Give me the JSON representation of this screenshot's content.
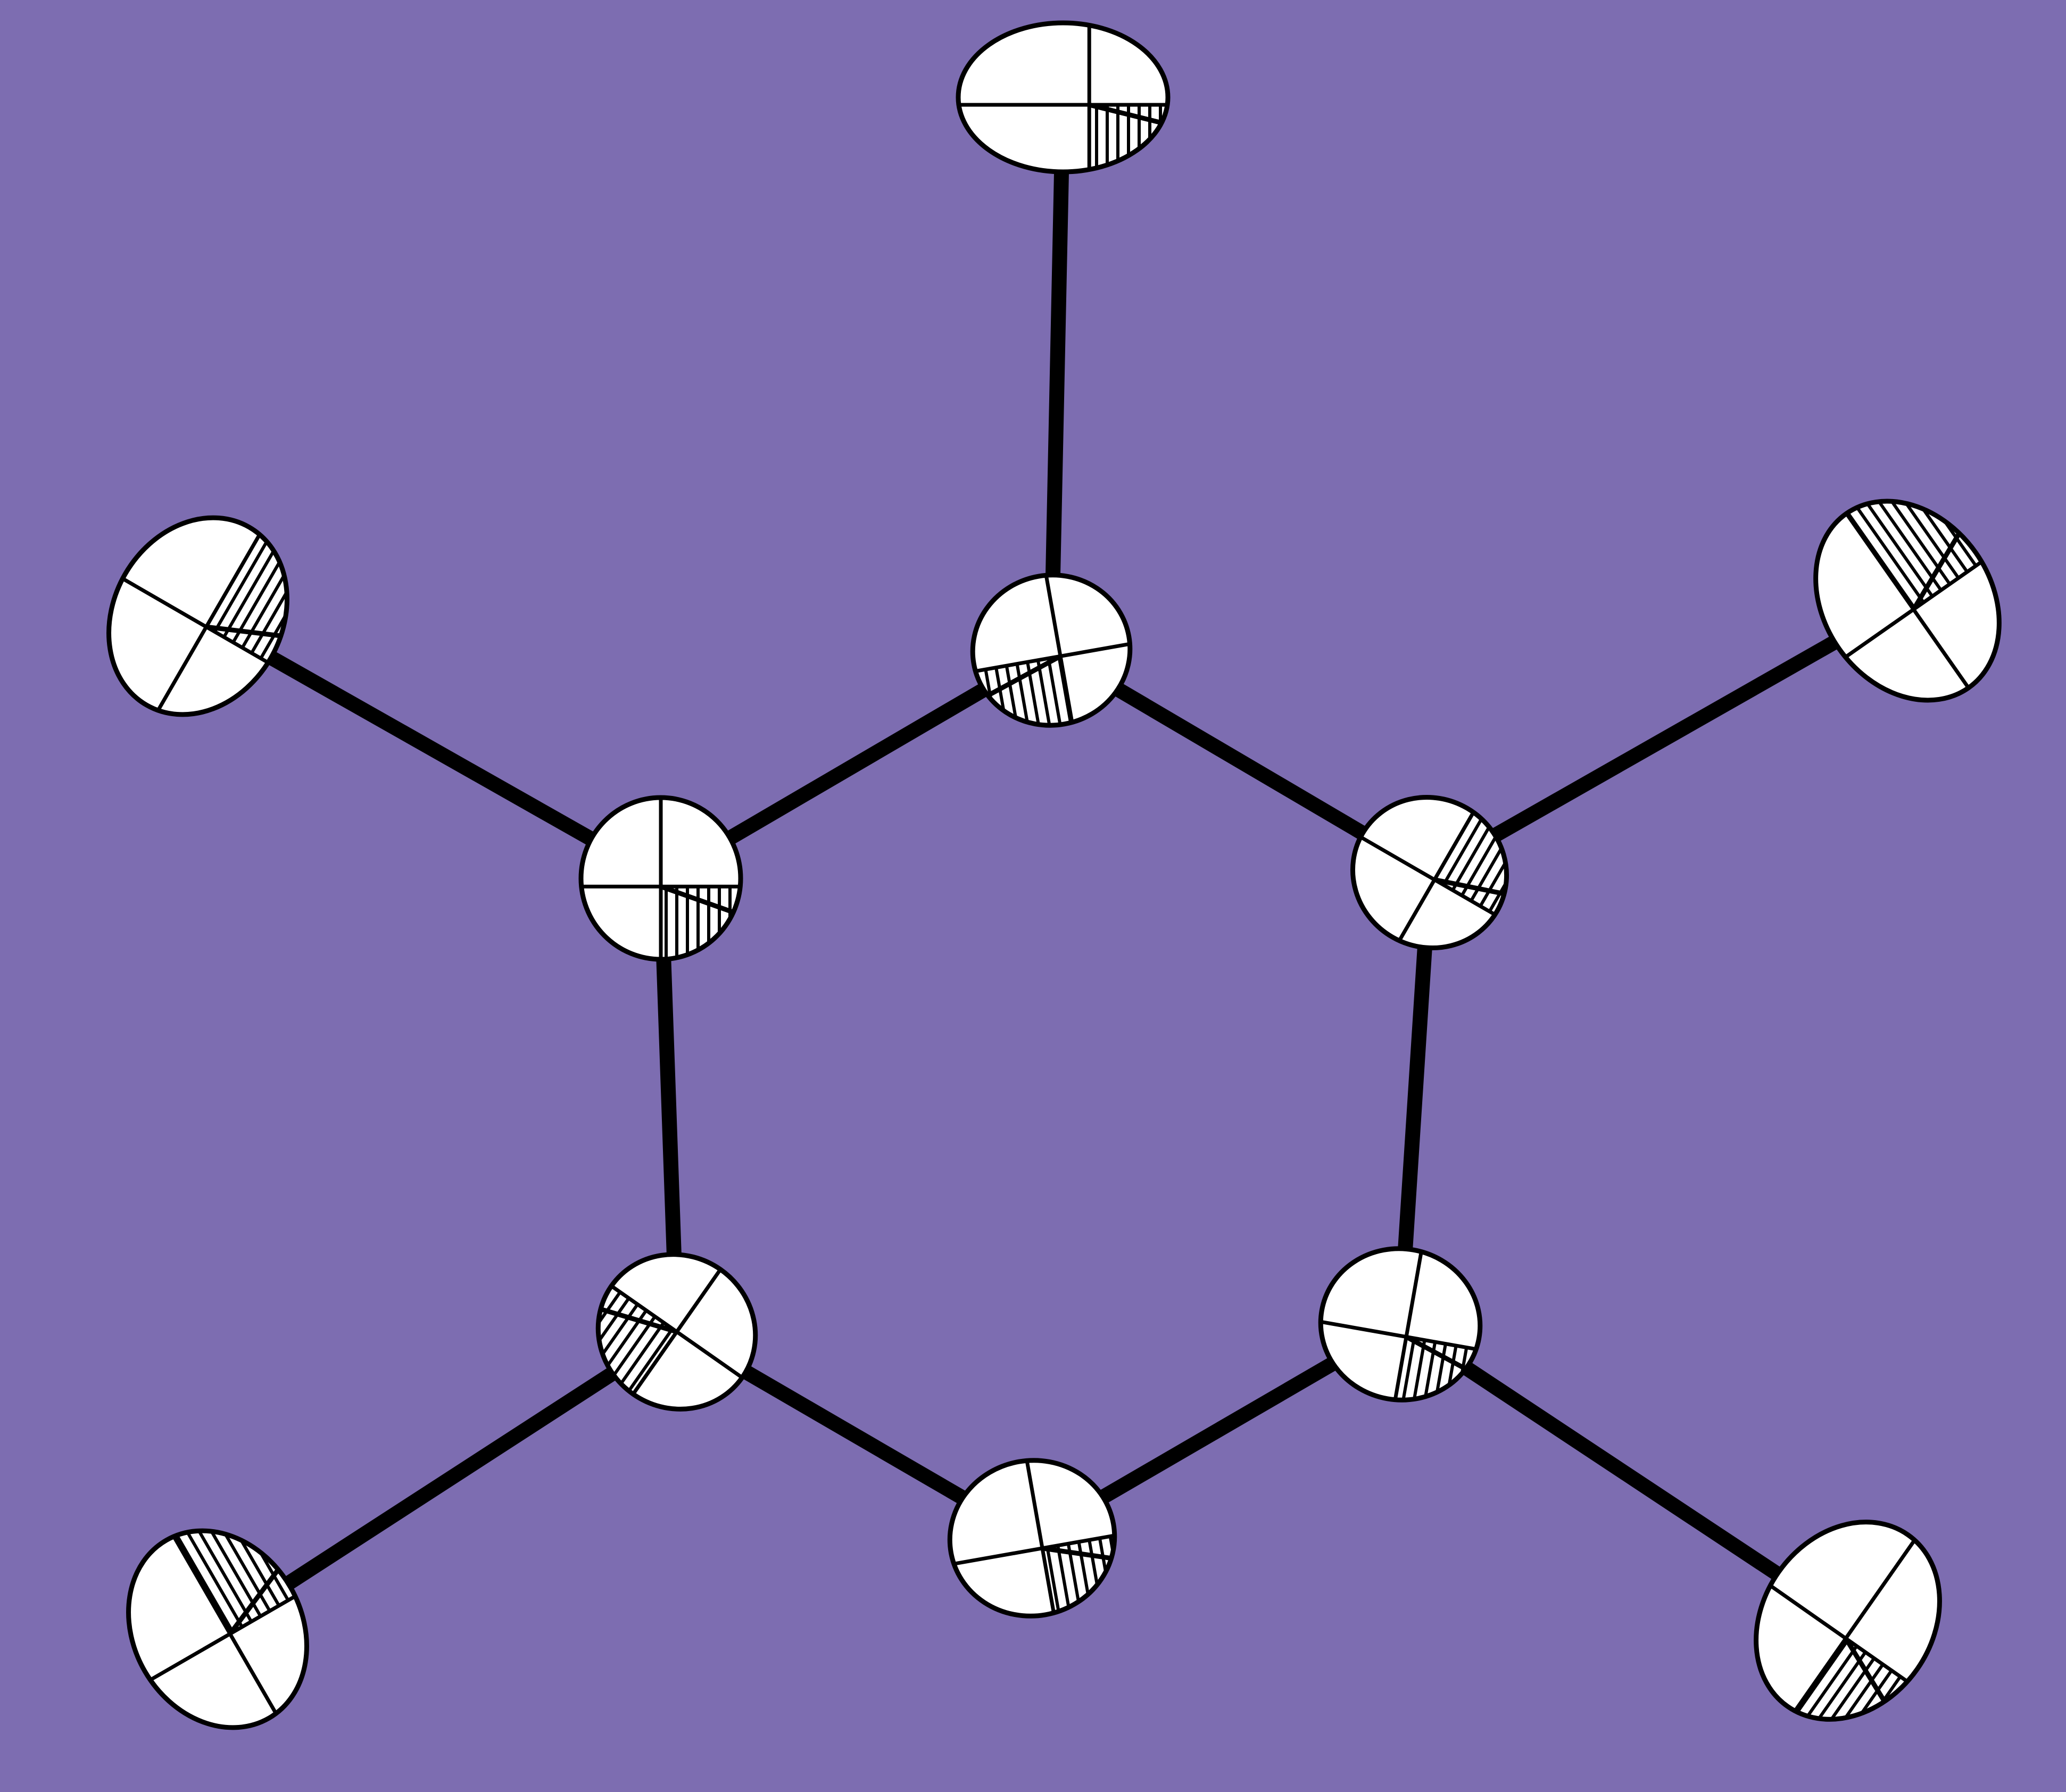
{
  "figure": {
    "type": "ortep-ellipsoid-molecule",
    "background_color": "#7d6db1",
    "ellipsoid_fill": "#ffffff",
    "line_color": "#000000",
    "ring_size": 6,
    "ring_atoms": [
      "ring-top",
      "ring-upper-right",
      "ring-lower-right",
      "ring-bottom",
      "ring-lower-left",
      "ring-upper-left"
    ],
    "substituent_atoms": [
      "sub-top",
      "sub-upper-right",
      "sub-lower-right",
      "sub-lower-left",
      "sub-upper-left"
    ],
    "bonds": [
      [
        "ring-top",
        "ring-upper-right"
      ],
      [
        "ring-upper-right",
        "ring-lower-right"
      ],
      [
        "ring-lower-right",
        "ring-bottom"
      ],
      [
        "ring-bottom",
        "ring-lower-left"
      ],
      [
        "ring-lower-left",
        "ring-upper-left"
      ],
      [
        "ring-upper-left",
        "ring-top"
      ],
      [
        "ring-top",
        "sub-top"
      ],
      [
        "ring-upper-right",
        "sub-upper-right"
      ],
      [
        "ring-lower-right",
        "sub-lower-right"
      ],
      [
        "ring-lower-left",
        "sub-lower-left"
      ],
      [
        "ring-upper-left",
        "sub-upper-left"
      ]
    ]
  }
}
